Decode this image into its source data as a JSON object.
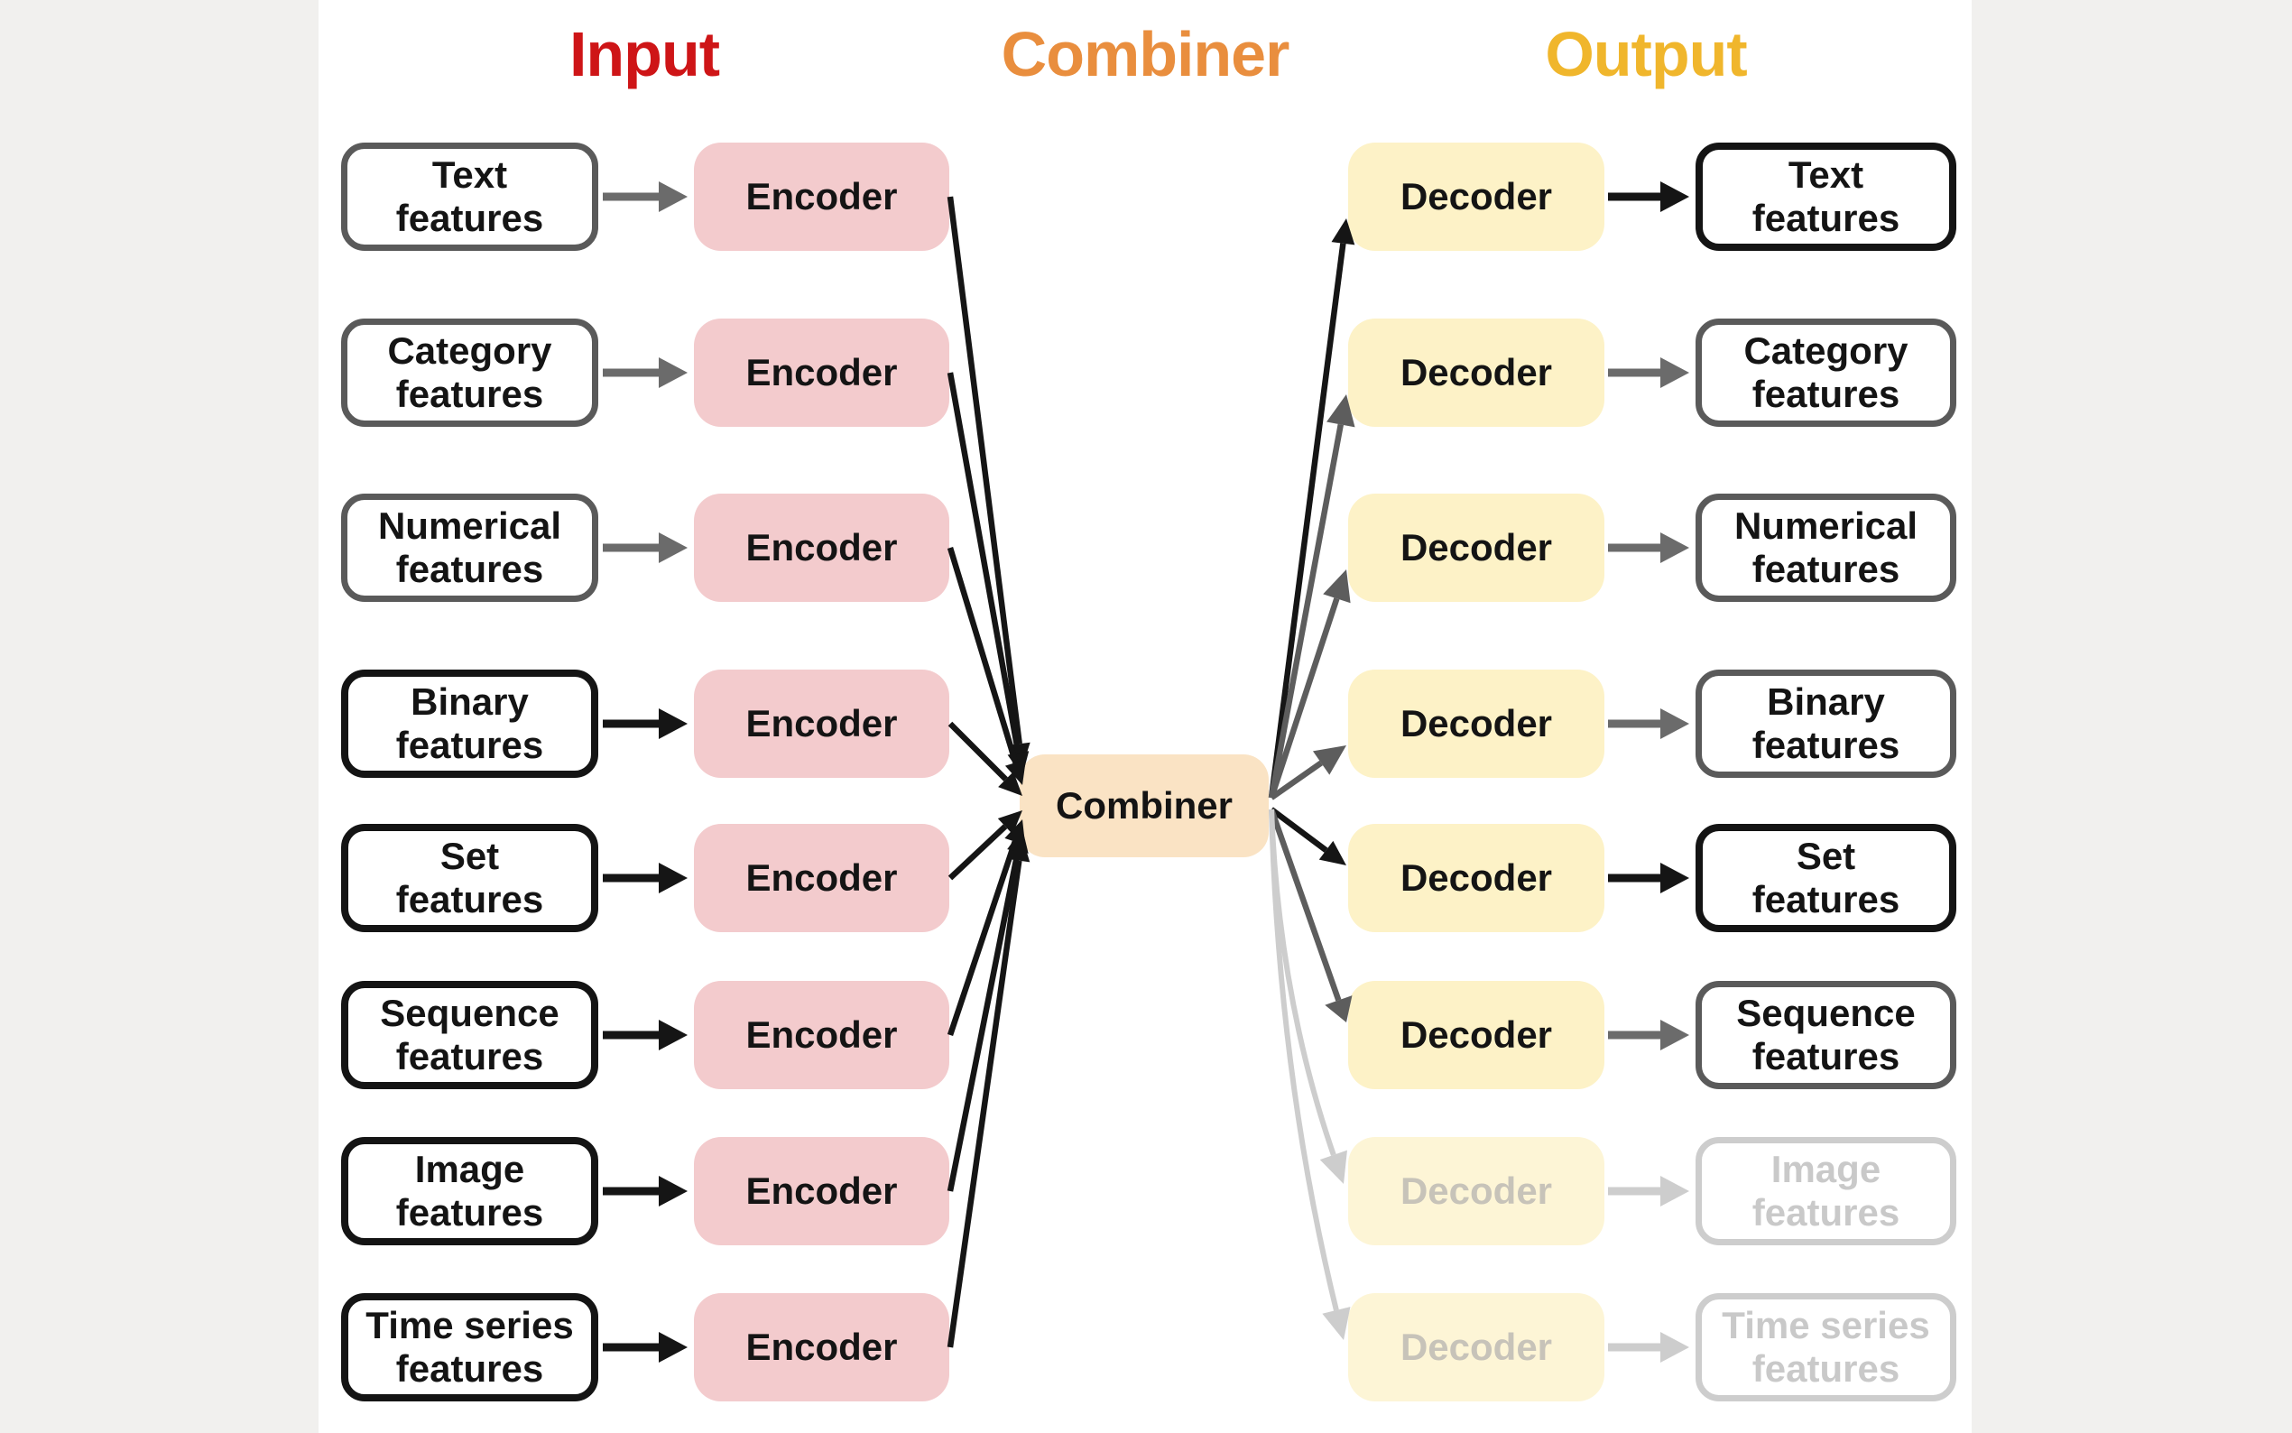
{
  "headers": {
    "input": "Input",
    "combiner": "Combiner",
    "output": "Output"
  },
  "labels": {
    "encoder": "Encoder",
    "decoder": "Decoder",
    "combiner": "Combiner"
  },
  "rows": [
    {
      "id": "text",
      "line1": "Text",
      "line2": "features",
      "left_tone": "gray",
      "out_tone": "black"
    },
    {
      "id": "category",
      "line1": "Category",
      "line2": "features",
      "left_tone": "gray",
      "out_tone": "gray"
    },
    {
      "id": "numerical",
      "line1": "Numerical",
      "line2": "features",
      "left_tone": "gray",
      "out_tone": "gray"
    },
    {
      "id": "binary",
      "line1": "Binary",
      "line2": "features",
      "left_tone": "black",
      "out_tone": "gray"
    },
    {
      "id": "set",
      "line1": "Set",
      "line2": "features",
      "left_tone": "black",
      "out_tone": "black"
    },
    {
      "id": "sequence",
      "line1": "Sequence",
      "line2": "features",
      "left_tone": "black",
      "out_tone": "gray"
    },
    {
      "id": "image",
      "line1": "Image",
      "line2": "features",
      "left_tone": "black",
      "out_tone": "faded"
    },
    {
      "id": "timeseries",
      "line1": "Time series",
      "line2": "features",
      "left_tone": "black",
      "out_tone": "faded"
    }
  ],
  "colors": {
    "bg_outer": "#f1f0ee",
    "bg_canvas": "#ffffff",
    "header_input": "#ce1517",
    "header_combiner": "#e98e3e",
    "header_output": "#f0b62c",
    "encoder_fill": "#f3cbcd",
    "decoder_fill": "#fdf2c7",
    "decoder_fill_faded": "#fdf5d6",
    "combiner_fill": "#fae3c4",
    "text_dark": "#141414",
    "border_gray": "#5a5a5a",
    "border_black": "#141414",
    "arrow_gray": "#6b6b6b",
    "line_black": "#151515",
    "line_gray": "#5d5d5d",
    "faded": "#cdcdcd",
    "faded_text": "#c7c3b9",
    "faded_text_out": "#c9c9c9"
  }
}
